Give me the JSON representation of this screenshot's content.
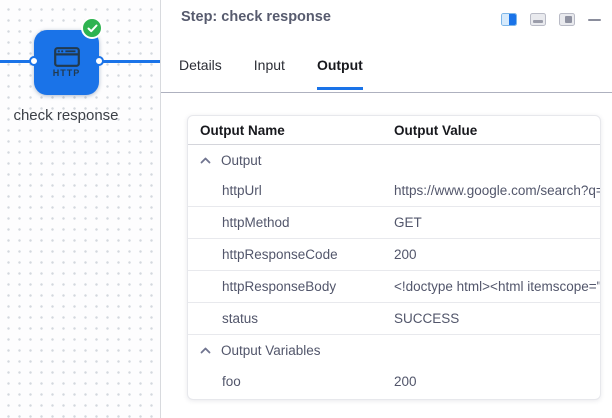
{
  "colors": {
    "accent_blue": "#1a73e8",
    "success_green": "#2eb350",
    "node_icon_dark": "#223a4e",
    "slate_text": "#52566b"
  },
  "canvas": {
    "node": {
      "icon_text": "HTTP",
      "caption": "check response",
      "status": "success"
    }
  },
  "panel": {
    "title": "Step: check response",
    "window_controls": [
      {
        "name": "split-view-icon",
        "active": true
      },
      {
        "name": "dock-bottom-icon",
        "active": false
      },
      {
        "name": "dock-right-icon",
        "active": false
      },
      {
        "name": "minimize-icon",
        "active": false
      }
    ],
    "tabs": [
      {
        "label": "Details",
        "active": false
      },
      {
        "label": "Input",
        "active": false
      },
      {
        "label": "Output",
        "active": true
      }
    ],
    "table": {
      "columns": [
        "Output Name",
        "Output Value"
      ],
      "rows": [
        {
          "type": "group",
          "label": "Output",
          "collapsed": false
        },
        {
          "type": "item",
          "label": "httpUrl",
          "value": "https://www.google.com/search?q="
        },
        {
          "type": "item",
          "label": "httpMethod",
          "value": "GET"
        },
        {
          "type": "item",
          "label": "httpResponseCode",
          "value": "200"
        },
        {
          "type": "item",
          "label": "httpResponseBody",
          "value": "<!doctype html><html itemscope=\""
        },
        {
          "type": "item",
          "label": "status",
          "value": "SUCCESS"
        },
        {
          "type": "group",
          "label": "Output Variables",
          "collapsed": false
        },
        {
          "type": "item",
          "label": "foo",
          "value": "200"
        }
      ]
    }
  }
}
